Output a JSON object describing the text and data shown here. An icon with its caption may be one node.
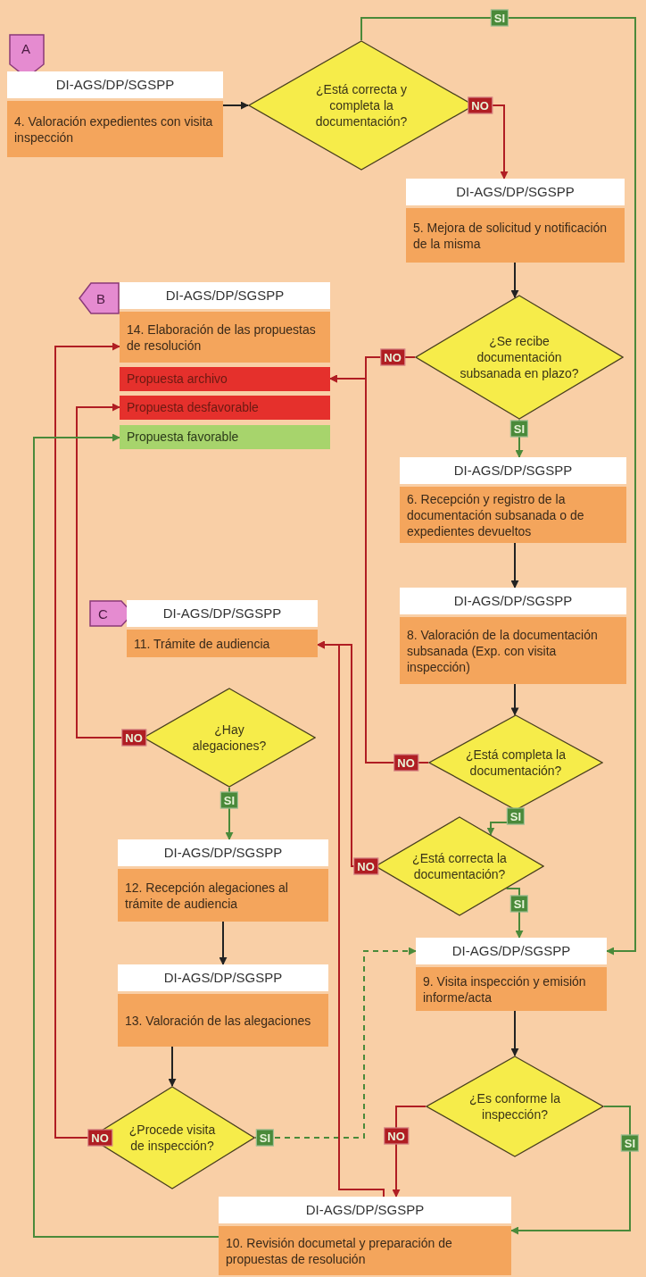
{
  "diagram": {
    "nodes": [
      {
        "text": [
          "A"
        ]
      },
      {
        "text": [
          "DI-AGS/DP/SGSPP",
          "4. Valoración expedientes con visita inspección"
        ]
      },
      {
        "text": [
          "¿Está correcta y completa la documentación?"
        ]
      },
      {
        "text": [
          "DI-AGS/DP/SGSPP",
          "5. Mejora de solicitud y notificación de la misma"
        ]
      },
      {
        "text": [
          "B"
        ]
      },
      {
        "text": [
          "DI-AGS/DP/SGSPP",
          "14. Elaboración de las propuestas de resolución"
        ]
      },
      {
        "text": [
          "Propuesta archivo"
        ]
      },
      {
        "text": [
          "Propuesta desfavorable"
        ]
      },
      {
        "text": [
          "Propuesta favorable"
        ]
      },
      {
        "text": [
          "¿Se recibe documentación subsanada en plazo?"
        ]
      },
      {
        "text": [
          "DI-AGS/DP/SGSPP",
          "6. Recepción y registro de la documentación subsanada o de expedientes devueltos"
        ]
      },
      {
        "text": [
          "DI-AGS/DP/SGSPP",
          "8. Valoración de la documentación subsanada (Exp. con visita inspección)"
        ]
      },
      {
        "text": [
          "C"
        ]
      },
      {
        "text": [
          "DI-AGS/DP/SGSPP",
          "11. Trámite de audiencia"
        ]
      },
      {
        "text": [
          "¿Hay alegaciones?"
        ]
      },
      {
        "text": [
          "¿Está completa la documentación?"
        ]
      },
      {
        "text": [
          "¿Está correcta la documentación?"
        ]
      },
      {
        "text": [
          "DI-AGS/DP/SGSPP",
          "12. Recepción alegaciones al trámite de audiencia"
        ]
      },
      {
        "text": [
          "DI-AGS/DP/SGSPP",
          "9. Visita inspección y emisión informe/acta"
        ]
      },
      {
        "text": [
          "DI-AGS/DP/SGSPP",
          "13. Valoración de las alegaciones"
        ]
      },
      {
        "text": [
          "¿Es conforme la inspección?"
        ]
      },
      {
        "text": [
          "¿Procede visita de inspección?"
        ]
      },
      {
        "text": [
          "DI-AGS/DP/SGSPP",
          "10. Revisión documetal y preparación de propuestas de resolución"
        ]
      }
    ],
    "edges": [
      {
        "from": 1,
        "to": 2,
        "arrow": "to",
        "color": "#222222"
      },
      {
        "from": 2,
        "to": 3,
        "arrow": "to",
        "label": "NO",
        "color": "#b01e23"
      },
      {
        "from": 2,
        "to": 18,
        "arrow": "to",
        "label": "SI",
        "color": "#4a8a3a"
      },
      {
        "from": 3,
        "to": 9,
        "arrow": "to",
        "color": "#222222"
      },
      {
        "from": 9,
        "to": 10,
        "arrow": "to",
        "label": "SI",
        "color": "#4a8a3a"
      },
      {
        "from": 9,
        "to": 6,
        "arrow": "to",
        "label": "NO",
        "color": "#b01e23"
      },
      {
        "from": 10,
        "to": 11,
        "arrow": "to",
        "color": "#222222"
      },
      {
        "from": 11,
        "to": 15,
        "arrow": "to",
        "color": "#222222"
      },
      {
        "from": 15,
        "to": 6,
        "arrow": "to",
        "label": "NO",
        "color": "#b01e23"
      },
      {
        "from": 15,
        "to": 16,
        "arrow": "to",
        "label": "SI",
        "color": "#4a8a3a"
      },
      {
        "from": 16,
        "to": 18,
        "arrow": "to",
        "label": "SI",
        "color": "#4a8a3a"
      },
      {
        "from": 16,
        "to": 13,
        "arrow": "to",
        "label": "NO",
        "color": "#b01e23"
      },
      {
        "from": 14,
        "to": 17,
        "arrow": "to",
        "label": "SI",
        "color": "#4a8a3a"
      },
      {
        "from": 14,
        "to": 7,
        "arrow": "to",
        "label": "NO",
        "color": "#b01e23"
      },
      {
        "from": 17,
        "to": 19,
        "arrow": "to",
        "color": "#222222"
      },
      {
        "from": 19,
        "to": 21,
        "arrow": "to",
        "color": "#222222"
      },
      {
        "from": 21,
        "to": 5,
        "arrow": "to",
        "label": "NO",
        "color": "#b01e23"
      },
      {
        "from": 21,
        "to": 18,
        "arrow": "to",
        "label": "SI",
        "color": "#4a8a3a",
        "style": "dashed"
      },
      {
        "from": 18,
        "to": 20,
        "arrow": "to",
        "color": "#222222"
      },
      {
        "from": 20,
        "to": 22,
        "arrow": "to",
        "label": "SI",
        "color": "#4a8a3a"
      },
      {
        "from": 20,
        "to": 22,
        "arrow": "to",
        "label": "NO",
        "color": "#b01e23"
      },
      {
        "from": 22,
        "to": 8,
        "arrow": "to",
        "color": "#4a8a3a"
      },
      {
        "from": 22,
        "to": 13,
        "arrow": "to",
        "color": "#b01e23"
      }
    ]
  }
}
